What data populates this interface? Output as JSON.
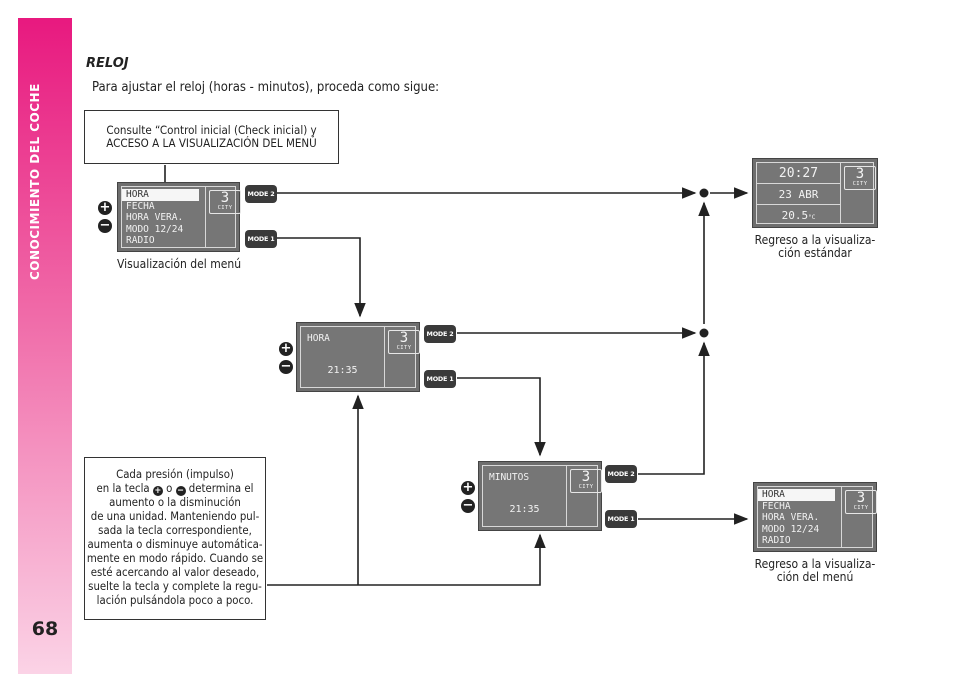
{
  "sidebar": {
    "title": "CONOCIMIENTO DEL COCHE",
    "page_number": "68"
  },
  "section": {
    "title": "RELOJ",
    "intro": "Para ajustar el reloj (horas - minutos), proceda como sigue:"
  },
  "check_box": {
    "line1": "Consulte “Control inicial (Check inicial) y",
    "line2": "ACCESO A LA VISUALIZACIÓN DEL MENÚ"
  },
  "menu_display": {
    "items": [
      "HORA",
      "FECHA",
      "HORA VERA.",
      "MODO 12/24",
      "RADIO"
    ],
    "city_number": "3",
    "city_label": "CITY",
    "caption": "Visualización del menú"
  },
  "hour_display": {
    "label": "HORA",
    "time": "21:35",
    "city_number": "3",
    "city_label": "CITY"
  },
  "minutes_display": {
    "label": "MINUTOS",
    "time": "21:35",
    "city_number": "3",
    "city_label": "CITY"
  },
  "standard_display": {
    "time": "20:27",
    "date": "23 ABR",
    "temp": "20.5",
    "temp_unit": "°C",
    "city_number": "3",
    "city_label": "CITY",
    "caption_line1": "Regreso a la visualiza-",
    "caption_line2": "ción estándar"
  },
  "return_menu_display": {
    "items": [
      "HORA",
      "FECHA",
      "HORA VERA.",
      "MODO 12/24",
      "RADIO"
    ],
    "city_number": "3",
    "city_label": "CITY",
    "caption_line1": "Regreso a la visualiza-",
    "caption_line2": "ción del menú"
  },
  "buttons": {
    "mode1": "MODE 1",
    "mode2": "MODE 2",
    "plus": "+",
    "minus": "−"
  },
  "note": {
    "line1": "Cada presión (impulso)",
    "line2_a": "en la tecla",
    "line2_b": "o",
    "line2_c": "determina el",
    "line3": "aumento o la disminución",
    "line4": "de una unidad. Manteniendo pul-",
    "line5": "sada la tecla correspondiente,",
    "line6": "aumenta o disminuye automática-",
    "line7": "mente en modo rápido. Cuando se",
    "line8": "esté acercando al valor deseado,",
    "line9": "suelte la tecla y complete la regu-",
    "line10": "lación pulsándola poco a poco."
  }
}
